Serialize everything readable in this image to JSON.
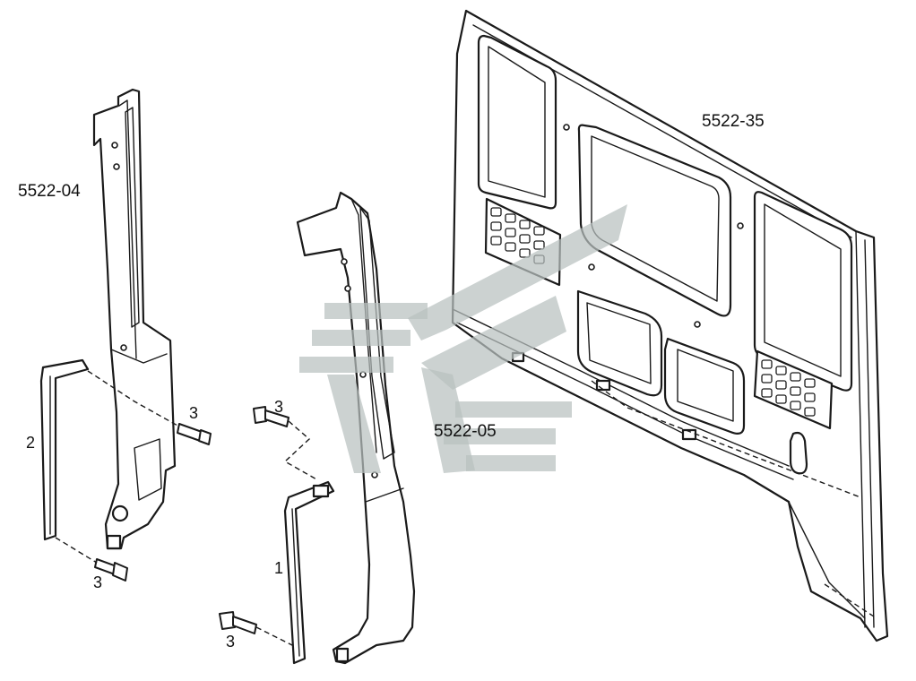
{
  "parts": {
    "rear_wall": "5522-35",
    "left_pillar": "5522-04",
    "center_pillar": "5522-05"
  },
  "callouts": {
    "bracket_left": "2",
    "bracket_center": "1",
    "bolt": "3"
  },
  "colors": {
    "line": "#1a1a1a",
    "watermark": "#b8c0bf",
    "background": "#ffffff"
  }
}
